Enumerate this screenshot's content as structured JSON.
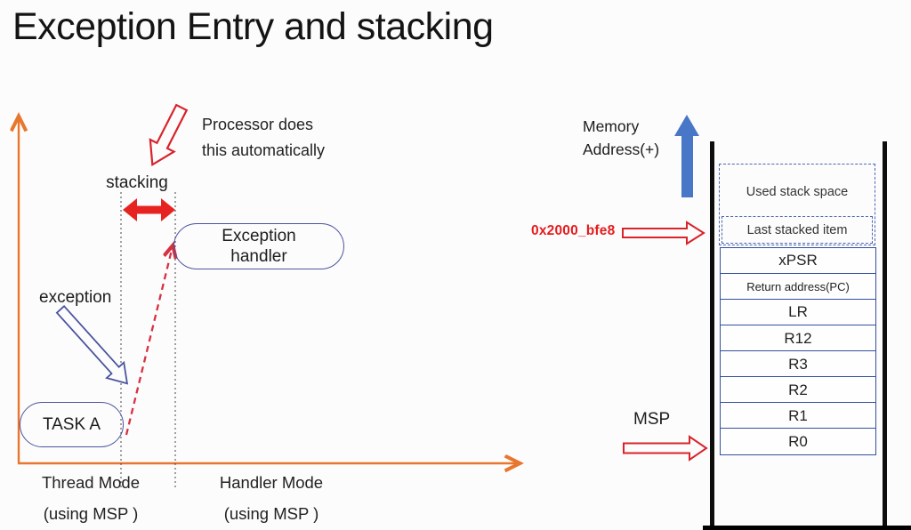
{
  "title": "Exception Entry and stacking",
  "left_diagram": {
    "processor_note_line1": "Processor does",
    "processor_note_line2": "this automatically",
    "stacking_label": "stacking",
    "exception_label": "exception",
    "exception_handler_label": "Exception handler",
    "task_label": "TASK A",
    "thread_mode": {
      "line1": "Thread Mode",
      "line2": "(using MSP )"
    },
    "handler_mode": {
      "line1": "Handler Mode",
      "line2": "(using MSP )"
    }
  },
  "right_diagram": {
    "memory_label_line1": "Memory",
    "memory_label_line2": "Address(+)",
    "stack_pointer_address": "0x2000_bfe8",
    "msp_label": "MSP",
    "stack": {
      "used_stack_space": "Used stack space",
      "last_stacked_item": "Last stacked item",
      "registers": [
        "xPSR",
        "Return address(PC)",
        "LR",
        "R12",
        "R3",
        "R2",
        "R1",
        "R0"
      ]
    }
  },
  "colors": {
    "axis_orange": "#e8772e",
    "arrow_red": "#d8232a",
    "solid_arrow_red": "#e62321",
    "dashed_line_red": "#d63140",
    "memory_arrow_blue": "#4877c8",
    "oval_border_blue": "#4a549e",
    "register_border_blue": "#32509c",
    "dashed_box_blue": "#4a67b2",
    "address_text_red": "#e51c1c"
  }
}
